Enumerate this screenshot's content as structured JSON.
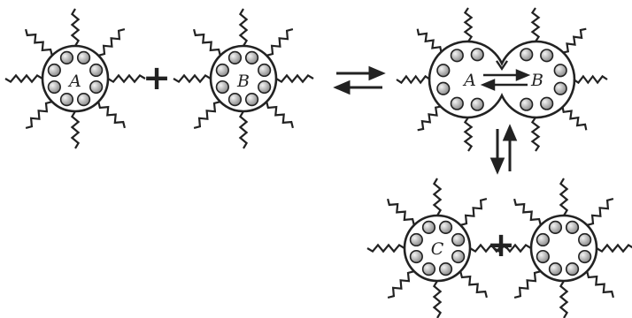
{
  "diagram": {
    "labels": {
      "micelle_a": "A",
      "micelle_b": "B",
      "merged_a": "A",
      "merged_b": "B",
      "micelle_c": "C",
      "micelle_empty": ""
    },
    "operators": {
      "plus_top": "+",
      "plus_bottom": "+"
    },
    "colors": {
      "line": "#222222",
      "bead_fill": "#a8a8a8",
      "bead_highlight": "#f2f2f2"
    }
  }
}
